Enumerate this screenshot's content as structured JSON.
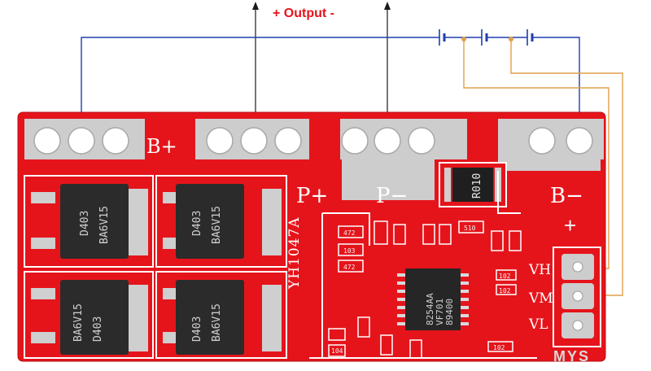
{
  "image": {
    "output_label": "+ Output -",
    "board": {
      "model": "YH1047A",
      "pad_labels": {
        "b_plus": "B+",
        "p_plus": "P+",
        "p_minus": "P−",
        "b_minus": "B−"
      },
      "balance_labels": {
        "plus": "+",
        "vh": "VH",
        "vm": "VM",
        "vl": "VL"
      },
      "mosfets": [
        {
          "code": "BA6V15",
          "part": "D403"
        },
        {
          "code": "BA6V15",
          "part": "D403"
        },
        {
          "code": "BA6V15",
          "part": "D403"
        },
        {
          "code": "BA6V15",
          "part": "D403"
        }
      ],
      "shunt_resistor": "R010",
      "ic": {
        "line1": "8254AA",
        "line2": "VF701",
        "line3": "89400"
      },
      "smd_codes": [
        "472",
        "103",
        "472",
        "510",
        "102",
        "102",
        "102",
        "104"
      ]
    },
    "watermark": "MYS",
    "colors": {
      "pcb": "#e5141b",
      "pad": "#c9c9c9",
      "output_wire": "#1a1a1a",
      "battery_wire": "#1e3fb0",
      "balance_wire": "#e0a04a",
      "label": "#e5141b"
    }
  }
}
